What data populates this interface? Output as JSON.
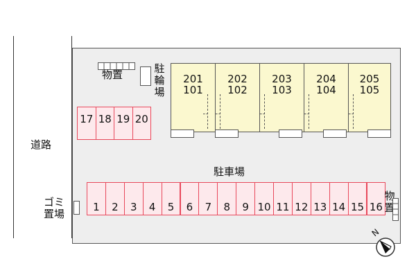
{
  "road_label": "道路",
  "parking_label": "駐車場",
  "storage_top_label": "物置",
  "bike_parking_label": "駐輪場",
  "garbage_label_line1": "ゴミ",
  "garbage_label_line2": "置場",
  "storage_right_label": "物置",
  "north_label": "N",
  "units": [
    {
      "upper": "201",
      "lower": "101"
    },
    {
      "upper": "202",
      "lower": "102"
    },
    {
      "upper": "203",
      "lower": "103"
    },
    {
      "upper": "204",
      "lower": "104"
    },
    {
      "upper": "205",
      "lower": "105"
    }
  ],
  "bottom_spaces": [
    "1",
    "2",
    "3",
    "4",
    "5",
    "6",
    "7",
    "8",
    "9",
    "10",
    "11",
    "12",
    "13",
    "14",
    "15",
    "16"
  ],
  "side_spaces": [
    "17",
    "18",
    "19",
    "20"
  ],
  "colors": {
    "space_border": "#e8475a",
    "space_fill": "#fde9ec",
    "building_fill": "#fbf8cf",
    "lot_fill": "#eeeeee"
  }
}
